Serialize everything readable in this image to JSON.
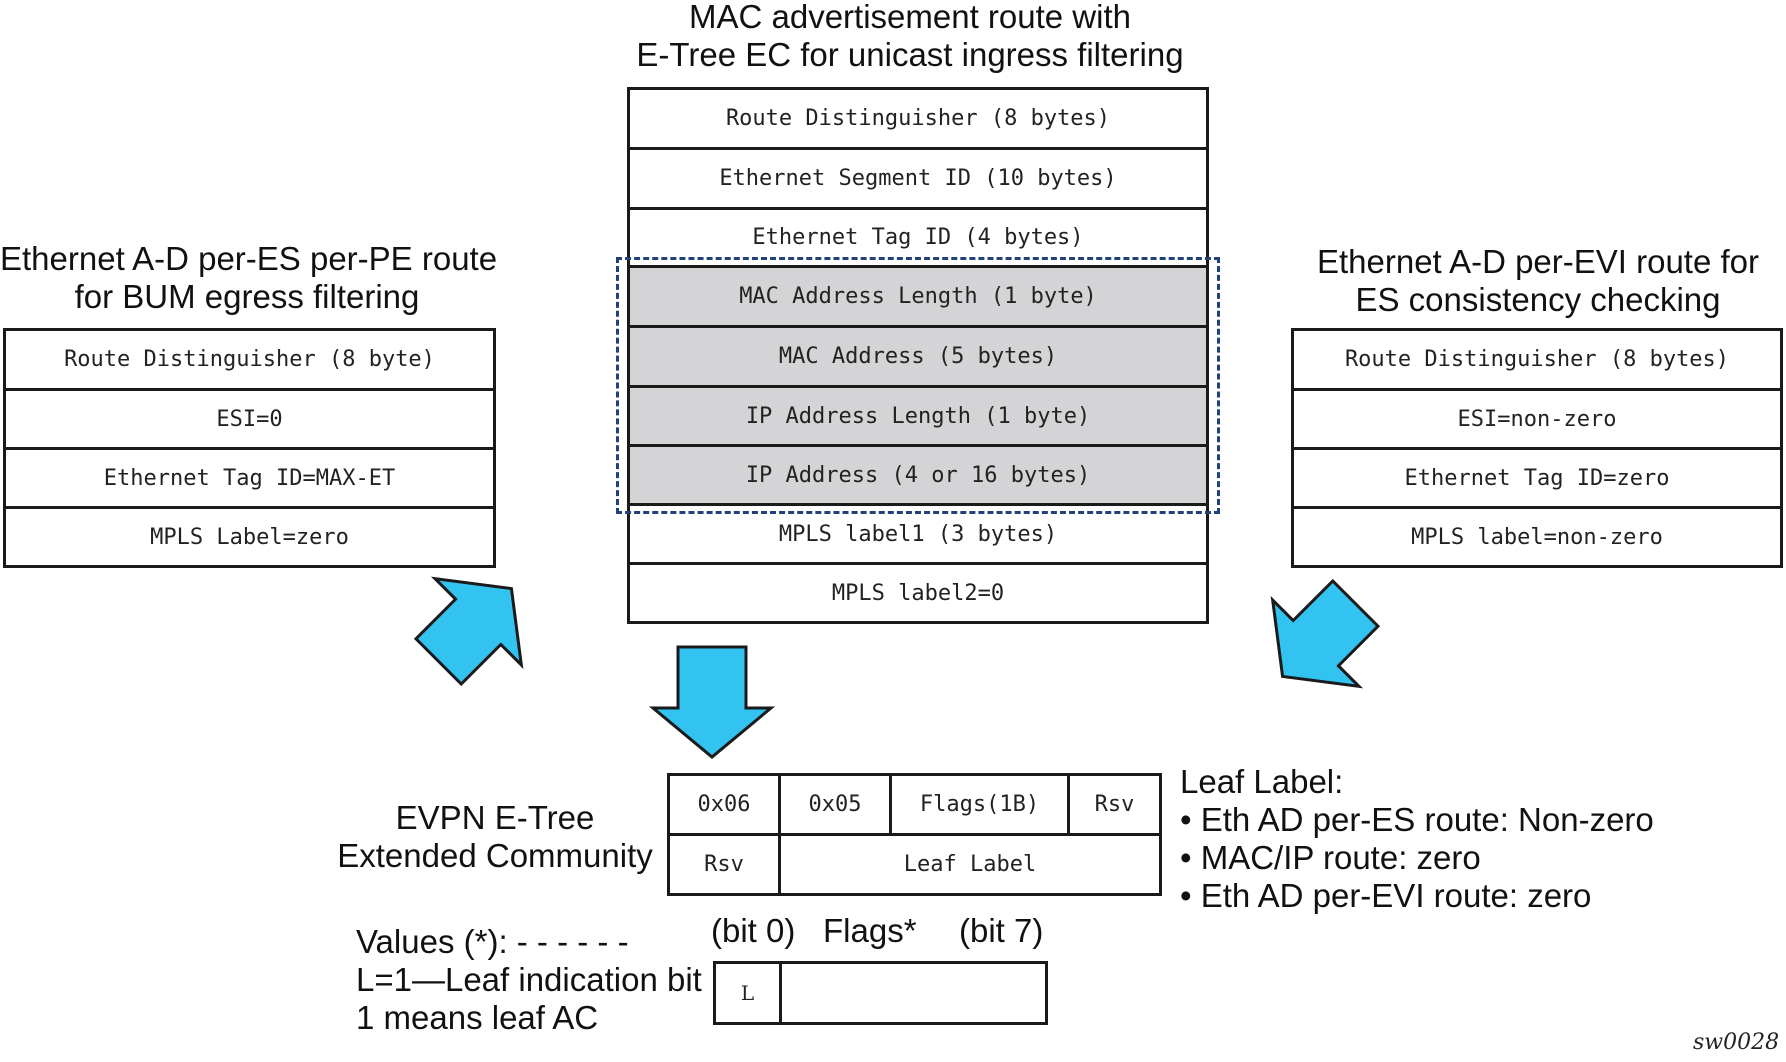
{
  "center": {
    "title_line1": "MAC advertisement route with",
    "title_line2": "E-Tree EC for unicast ingress filtering",
    "rows": [
      "Route Distinguisher (8 bytes)",
      "Ethernet Segment ID (10 bytes)",
      "Ethernet Tag ID (4 bytes)",
      "MAC Address Length (1 byte)",
      "MAC Address (5 bytes)",
      "IP Address Length (1 byte)",
      "IP Address (4 or 16 bytes)",
      "MPLS label1 (3 bytes)",
      "MPLS label2=0"
    ],
    "shaded_rows": [
      3,
      4,
      5,
      6
    ]
  },
  "left": {
    "title_line1": "Ethernet A-D per-ES per-PE route",
    "title_line2": "for BUM egress filtering",
    "rows": [
      "Route Distinguisher (8 byte)",
      "ESI=0",
      "Ethernet Tag ID=MAX-ET",
      "MPLS Label=zero"
    ]
  },
  "right": {
    "title_line1": "Ethernet A-D per-EVI route for",
    "title_line2": "ES consistency checking",
    "rows": [
      "Route Distinguisher (8 bytes)",
      "ESI=non-zero",
      "Ethernet Tag ID=zero",
      "MPLS label=non-zero"
    ]
  },
  "community": {
    "label_line1": "EVPN E-Tree",
    "label_line2": "Extended Community",
    "row1": [
      "0x06",
      "0x05",
      "Flags(1B)",
      "Rsv"
    ],
    "row2": [
      "Rsv",
      "Leaf Label"
    ]
  },
  "leaf_label": {
    "heading": "Leaf Label:",
    "items": [
      "• Eth AD per-ES route: Non-zero",
      "• MAC/IP route: zero",
      "• Eth AD per-EVI route: zero"
    ]
  },
  "flags": {
    "bit0": "(bit 0)",
    "title": "Flags*",
    "bit7": "(bit 7)",
    "l_cell": "L"
  },
  "values_note": {
    "line1": "Values (*): - - - - - -",
    "line2": "L=1—Leaf indication bit",
    "line3": "1 means leaf AC"
  },
  "figure_id": "sw0028",
  "colors": {
    "arrow_fill": "#33c3f0",
    "arrow_stroke": "#1a1a1a",
    "dashed_box": "#22407a",
    "shaded_row": "#d4d4d6"
  }
}
